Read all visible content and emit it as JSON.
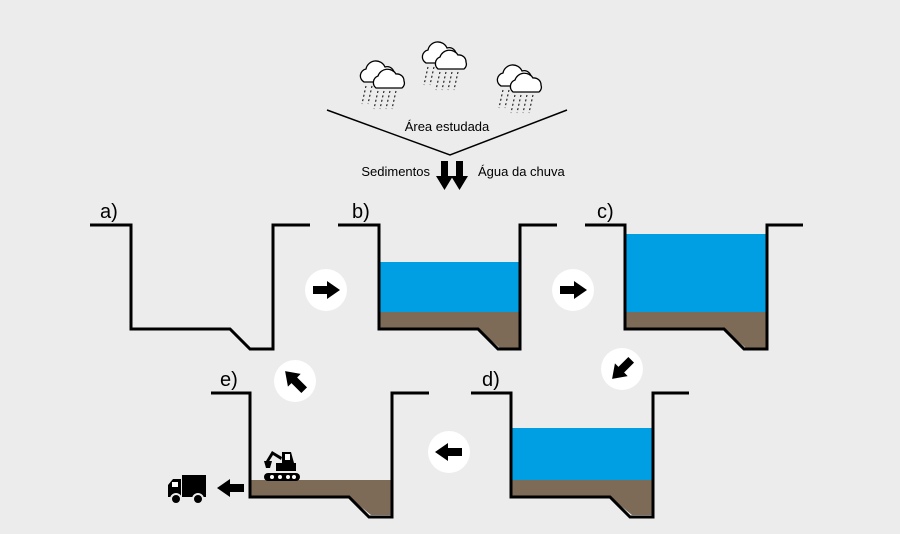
{
  "header": {
    "area_label": "Área estudada",
    "sediments_label": "Sedimentos",
    "rainwater_label": "Água da chuva"
  },
  "panels": {
    "a": "a)",
    "b": "b)",
    "c": "c)",
    "d": "d)",
    "e": "e)"
  },
  "colors": {
    "background": "#ececec",
    "water": "#009fe3",
    "sediment": "#7d6b58",
    "outline": "#000000",
    "arrow_circle": "#ffffff"
  },
  "icons": {
    "clouds": [
      "rain-cloud-icon",
      "rain-cloud-icon",
      "rain-cloud-icon"
    ],
    "excavator": "excavator-icon",
    "truck": "truck-icon",
    "arrows": [
      "arrow-right-icon",
      "arrow-right-icon",
      "arrow-down-left-icon",
      "arrow-left-icon",
      "arrow-up-left-icon",
      "arrow-left-icon",
      "arrow-down-icon"
    ]
  }
}
